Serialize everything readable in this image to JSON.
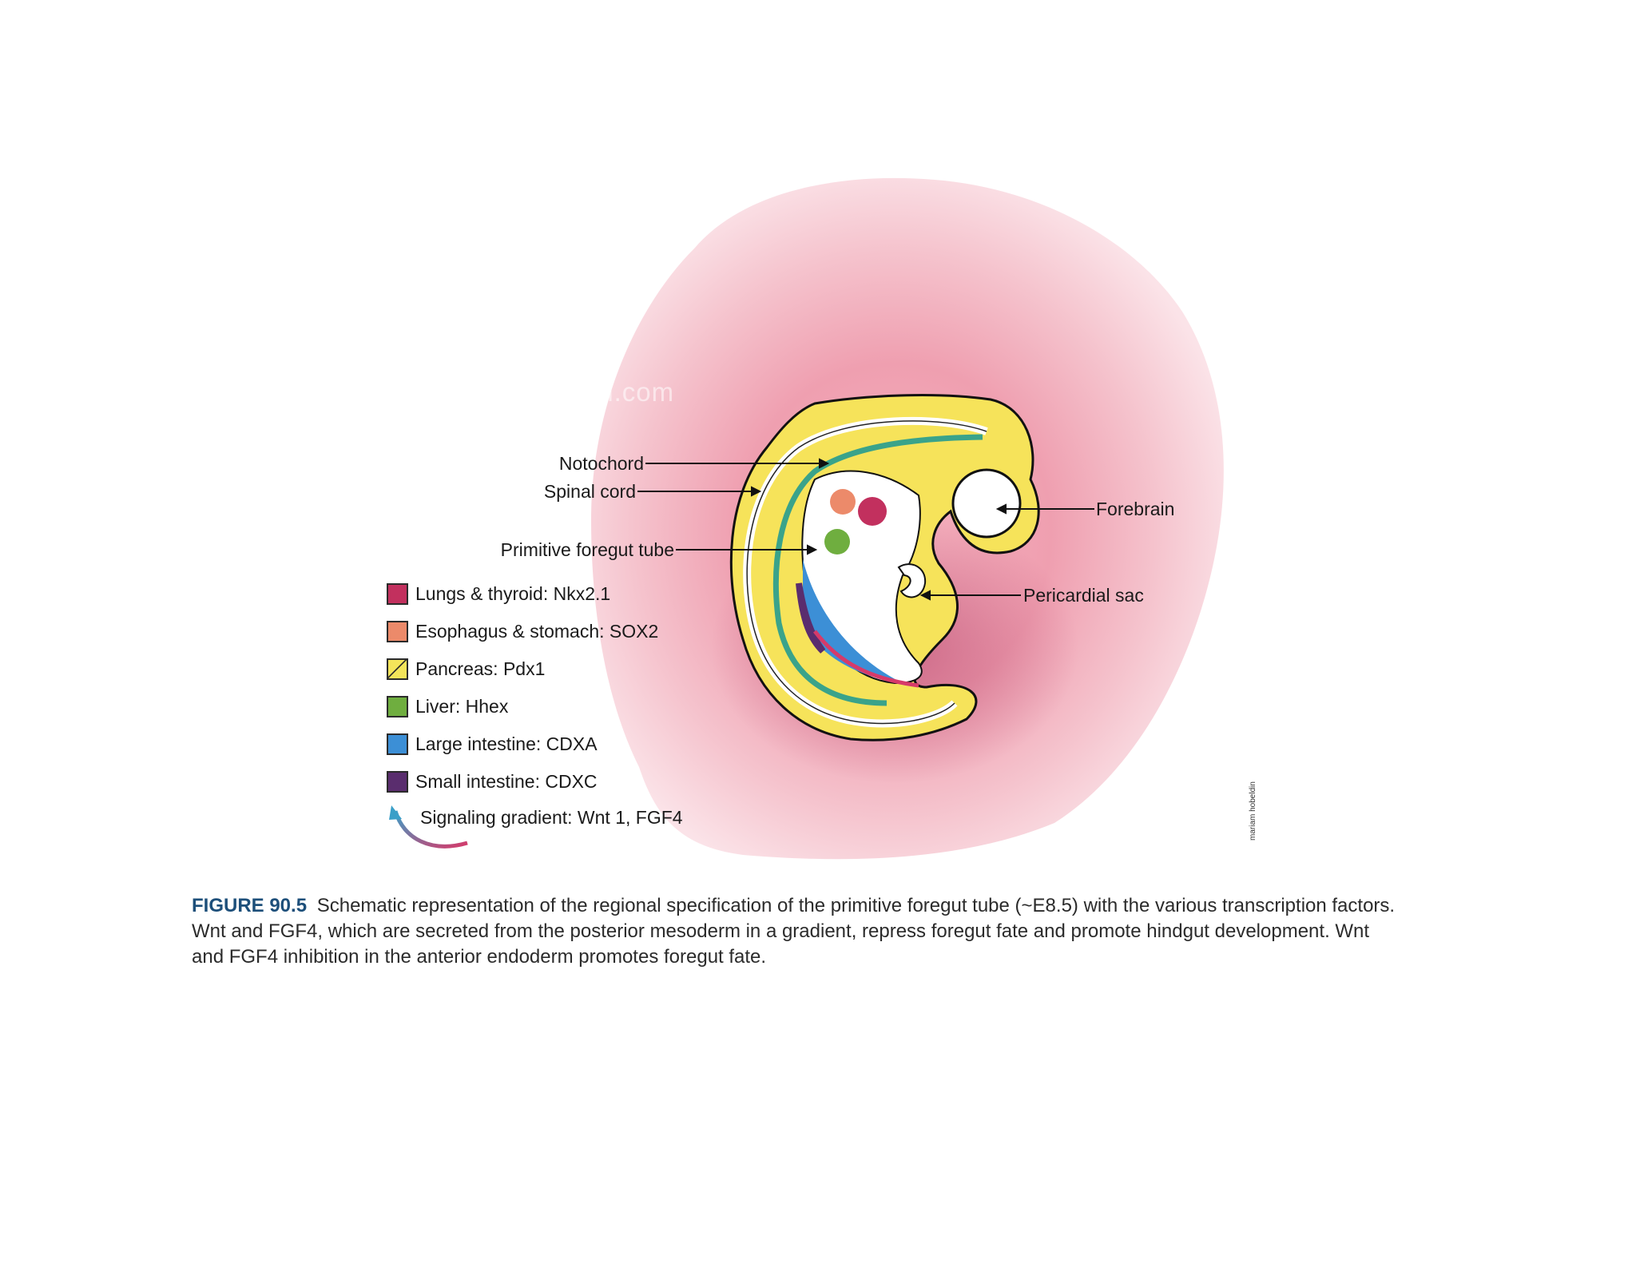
{
  "labels": {
    "notochord": "Notochord",
    "spinal_cord": "Spinal cord",
    "primitive_foregut_tube": "Primitive foregut tube",
    "forebrain": "Forebrain",
    "pericardial_sac": "Pericardial sac"
  },
  "legend": [
    {
      "text": "Lungs & thyroid: Nkx2.1",
      "color": "#c2305e"
    },
    {
      "text": "Esophagus & stomach: SOX2",
      "color": "#ec8a6a"
    },
    {
      "text": "Pancreas: Pdx1",
      "color": "#f3e45a"
    },
    {
      "text": "Liver: Hhex",
      "color": "#6fae3f"
    },
    {
      "text": "Large intestine: CDXA",
      "color": "#3c8fd6"
    },
    {
      "text": "Small intestine: CDXC",
      "color": "#5a2d6e"
    },
    {
      "text": "Signaling gradient: Wnt 1, FGF4",
      "color": "#d63a6a"
    }
  ],
  "watermark": "AfraTafreeh.com",
  "signature": "mariam hobeldin",
  "caption": {
    "figure_number": "FIGURE 90.5",
    "text": "Schematic representation of the regional specification of the primitive foregut tube (~E8.5) with the various transcription factors. Wnt and FGF4, which are secreted from the posterior mesoderm in a gradient, repress foregut fate and promote hindgut development. Wnt and FGF4 inhibition in the anterior endoderm promotes foregut fate."
  },
  "colors": {
    "background_wash": "#ef9fb0",
    "embryo_yellow": "#f6e35a",
    "notochord_green": "#3aa38a",
    "caption_blue": "#1d4f7a"
  }
}
